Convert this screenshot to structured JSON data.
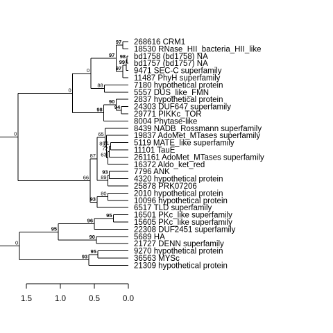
{
  "tree": {
    "leaves": [
      "268616 CRM1",
      "18530 RNase_HII_bacteria_HII_like",
      "bd1758 (bd1758) NA",
      "bd1757 (bd1757) NA",
      "9471 SEC-C superfamily",
      "11487 PhyH superfamily",
      "7180 hypothetical protein",
      "5557 DUS_like_FMN",
      "2837 hypothetical protein",
      "24303 DUF647 superfamily",
      "29771 PIKKc_TOR",
      "8004 Phytase-like",
      "8439 NADB_Rossmann superfamily",
      "19837 AdoMet_MTases superfamily",
      "5119 MATE_like superfamily",
      "11101 TauE",
      "261161 AdoMet_MTases superfamily",
      "16372 Aldo_ket_red",
      "7796 ANK",
      "4320 hypothetical protein",
      "25878 PRK07206",
      "2010 hypothetical protein",
      "10096 hypothetical protein",
      "6517 TLD superfamily",
      "16501 PKc_like superfamily",
      "15605 PKc_like superfamily",
      "22308 DUF2451 superfamily",
      "5689 HA",
      "21727 DENN superfamily",
      "9270 hypothetical protein",
      "36563 MYSc",
      "21309 hypothetical protein"
    ],
    "nodes": {
      "n_a": {
        "children": [
          "L0",
          "L1"
        ],
        "height": 0.08,
        "support": "97",
        "bold": true
      },
      "n_b": {
        "children": [
          "L2",
          "L3"
        ],
        "height": 0.02,
        "support": "98",
        "bold": true
      },
      "n_c": {
        "children": [
          "n_b",
          "L4"
        ],
        "height": 0.03,
        "support": "99",
        "bold": true
      },
      "n_d": {
        "children": [
          "n_c",
          "L5"
        ],
        "height": 0.08,
        "support": "97",
        "bold": true
      },
      "n_e": {
        "children": [
          "n_a",
          "n_d"
        ],
        "height": 0.18,
        "support": "97",
        "bold": true
      },
      "n_f": {
        "children": [
          "L6",
          "L7"
        ],
        "height": 0.35,
        "support": "88",
        "bold": false
      },
      "n_g": {
        "children": [
          "n_e",
          "n_f"
        ],
        "height": 0.55,
        "support": "0",
        "bold": false
      },
      "n_h": {
        "children": [
          "L9",
          "L10"
        ],
        "height": 0.1,
        "support": "94",
        "bold": true
      },
      "n_i": {
        "children": [
          "L8",
          "n_h"
        ],
        "height": 0.18,
        "support": "90",
        "bold": true
      },
      "n_j": {
        "children": [
          "n_i",
          "L11"
        ],
        "height": 0.36,
        "support": "98",
        "bold": true
      },
      "n_k": {
        "children": [
          "n_g",
          "n_j"
        ],
        "height": 0.82,
        "support": "0",
        "bold": false
      },
      "n_l": {
        "children": [
          "L14",
          "L15"
        ],
        "height": 0.26,
        "support": "71",
        "bold": false
      },
      "n_m": {
        "children": [
          "n_l",
          "L16"
        ],
        "height": 0.28,
        "support": "72",
        "bold": false
      },
      "n_n": {
        "children": [
          "n_m",
          "L17"
        ],
        "height": 0.3,
        "support": "63",
        "bold": false
      },
      "n_o": {
        "children": [
          "L13",
          "n_n"
        ],
        "height": 0.32,
        "support": "89",
        "bold": false
      },
      "n_p": {
        "children": [
          "L12",
          "n_o"
        ],
        "height": 0.34,
        "support": "65",
        "bold": false
      },
      "n_q": {
        "children": [
          "L18",
          "L19"
        ],
        "height": 0.28,
        "support": "93",
        "bold": true
      },
      "n_r": {
        "children": [
          "n_q",
          "L20"
        ],
        "height": 0.3,
        "support": "89",
        "bold": false
      },
      "n_s": {
        "children": [
          "n_p",
          "n_r"
        ],
        "height": 0.46,
        "support": "87",
        "bold": false
      },
      "n_t": {
        "children": [
          "L21",
          "L22"
        ],
        "height": 0.3,
        "support": "80",
        "bold": false
      },
      "n_u": {
        "children": [
          "n_t",
          "L23"
        ],
        "height": 0.46,
        "support": "93",
        "bold": true
      },
      "n_v": {
        "children": [
          "n_s",
          "n_u"
        ],
        "height": 0.56,
        "support": "66",
        "bold": false
      },
      "n_w": {
        "children": [
          "n_k",
          "n_v"
        ],
        "height": 1.62,
        "support": "0",
        "bold": false
      },
      "n_x": {
        "children": [
          "L24",
          "L25"
        ],
        "height": 0.22,
        "support": "95",
        "bold": true
      },
      "n_y": {
        "children": [
          "n_x",
          "L26"
        ],
        "height": 0.5,
        "support": "96",
        "bold": true
      },
      "n_z": {
        "children": [
          "L27",
          "L28"
        ],
        "height": 0.47,
        "support": "90",
        "bold": true
      },
      "n_aa": {
        "children": [
          "n_y",
          "n_z"
        ],
        "height": 1.03,
        "support": "95",
        "bold": true
      },
      "n_ab": {
        "children": [
          "L29",
          "L30"
        ],
        "height": 0.45,
        "support": "95",
        "bold": true
      },
      "n_ac": {
        "children": [
          "n_ab",
          "L31"
        ],
        "height": 0.58,
        "support": "93",
        "bold": true
      },
      "n_ad": {
        "children": [
          "n_aa",
          "n_ac"
        ],
        "height": 1.6,
        "support": "0",
        "bold": false
      },
      "n_root": {
        "children": [
          "n_w",
          "n_ad"
        ],
        "height": 2.05,
        "support": "0",
        "bold": false
      }
    },
    "root": "n_root"
  },
  "axis": {
    "ticks": [
      1.5,
      1.0,
      0.5,
      0.0
    ],
    "tick_labels": [
      "1.5",
      "1.0",
      "0.5",
      "0.0"
    ],
    "range": [
      1.55,
      0.0
    ]
  }
}
